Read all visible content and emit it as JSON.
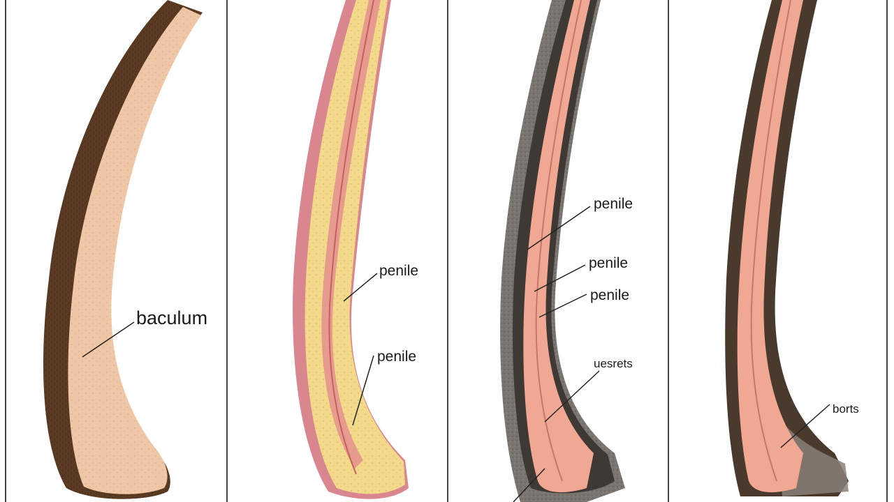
{
  "panels": [
    {
      "label": "baculum"
    },
    {
      "labels": [
        "penile",
        "penile"
      ]
    },
    {
      "labels": [
        "penile",
        "penile",
        "penile",
        "uesrets"
      ]
    },
    {
      "labels": [
        "borts"
      ]
    }
  ],
  "colors": {
    "frame": "#444444",
    "bone_dark": "#5a3a22",
    "bone_light": "#f0c7a6",
    "pink_outer": "#d9868f",
    "yellow_mid": "#f3d98a",
    "grey_sheath": "#6b6660",
    "salmon_core": "#f1a892",
    "brown_sheath": "#4a3a2e"
  }
}
